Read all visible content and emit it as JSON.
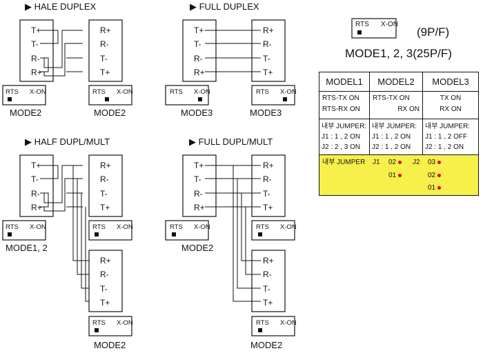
{
  "diagrams": [
    {
      "title": "▶ HALE DUPLEX",
      "left_pins": [
        "T+",
        "T-",
        "R-",
        "R+"
      ],
      "right_pins": [
        "R+",
        "R-",
        "T-",
        "T+"
      ],
      "left_mode": "MODE2",
      "right_mode": "MODE2"
    },
    {
      "title": "▶ FULL DUPLEX",
      "left_pins": [
        "T+",
        "T-",
        "R-",
        "R+"
      ],
      "right_pins": [
        "R+",
        "R-",
        "T-",
        "T+"
      ],
      "left_mode": "MODE3",
      "right_mode": "MODE3"
    },
    {
      "title": "▶ HALF DUPL/MULT",
      "left_pins": [
        "T+",
        "T-",
        "R-",
        "R+"
      ],
      "right_pins": [
        "R+",
        "R-",
        "T-",
        "T+"
      ],
      "third_pins": [
        "R+",
        "R-",
        "T-",
        "T+"
      ],
      "left_mode": "MODE1, 2",
      "third_mode": "MODE2"
    },
    {
      "title": "▶ FULL DUPL/MULT",
      "left_pins": [
        "T+",
        "T-",
        "R-",
        "R+"
      ],
      "right_pins": [
        "R+",
        "R-",
        "T-",
        "T+"
      ],
      "third_pins": [
        "R+",
        "R-",
        "T-",
        "T+"
      ],
      "left_mode": "MODE2",
      "third_mode": "MODE2"
    }
  ],
  "switch": {
    "rts": "RTS",
    "xon": "X-ON"
  },
  "legend": {
    "line1": "(9P/F)",
    "line2": "MODE1, 2, 3(25P/F)"
  },
  "table": {
    "headers": [
      "MODEL1",
      "MODEL2",
      "MODEL3"
    ],
    "signals": [
      [
        "RTS-TX  ON",
        "RTS-RX  ON"
      ],
      [
        "RTS-TX  ON",
        "RX  ON"
      ],
      [
        "TX  ON",
        "RX  ON"
      ]
    ],
    "jumpers": [
      [
        "내부 JUMPER:",
        "J1 : 1 , 2 ON",
        "J2 : 2 , 3 ON"
      ],
      [
        "내부 JUMPER:",
        "J1 : 1 , 2 ON",
        "J2 : 1 , 2 ON"
      ],
      [
        "내부 JUMPER:",
        "J1 : 1 , 2 OFF",
        "J2 : 1 , 2 ON"
      ]
    ],
    "jumper_map": {
      "label": "내부 JUMPER",
      "j1": "J1",
      "j1_pins": [
        "02",
        "01"
      ],
      "j2": "J2",
      "j2_pins": [
        "03",
        "02",
        "01"
      ]
    }
  },
  "colors": {
    "highlight": "#f7ef4a",
    "dot": "#e0001b"
  }
}
